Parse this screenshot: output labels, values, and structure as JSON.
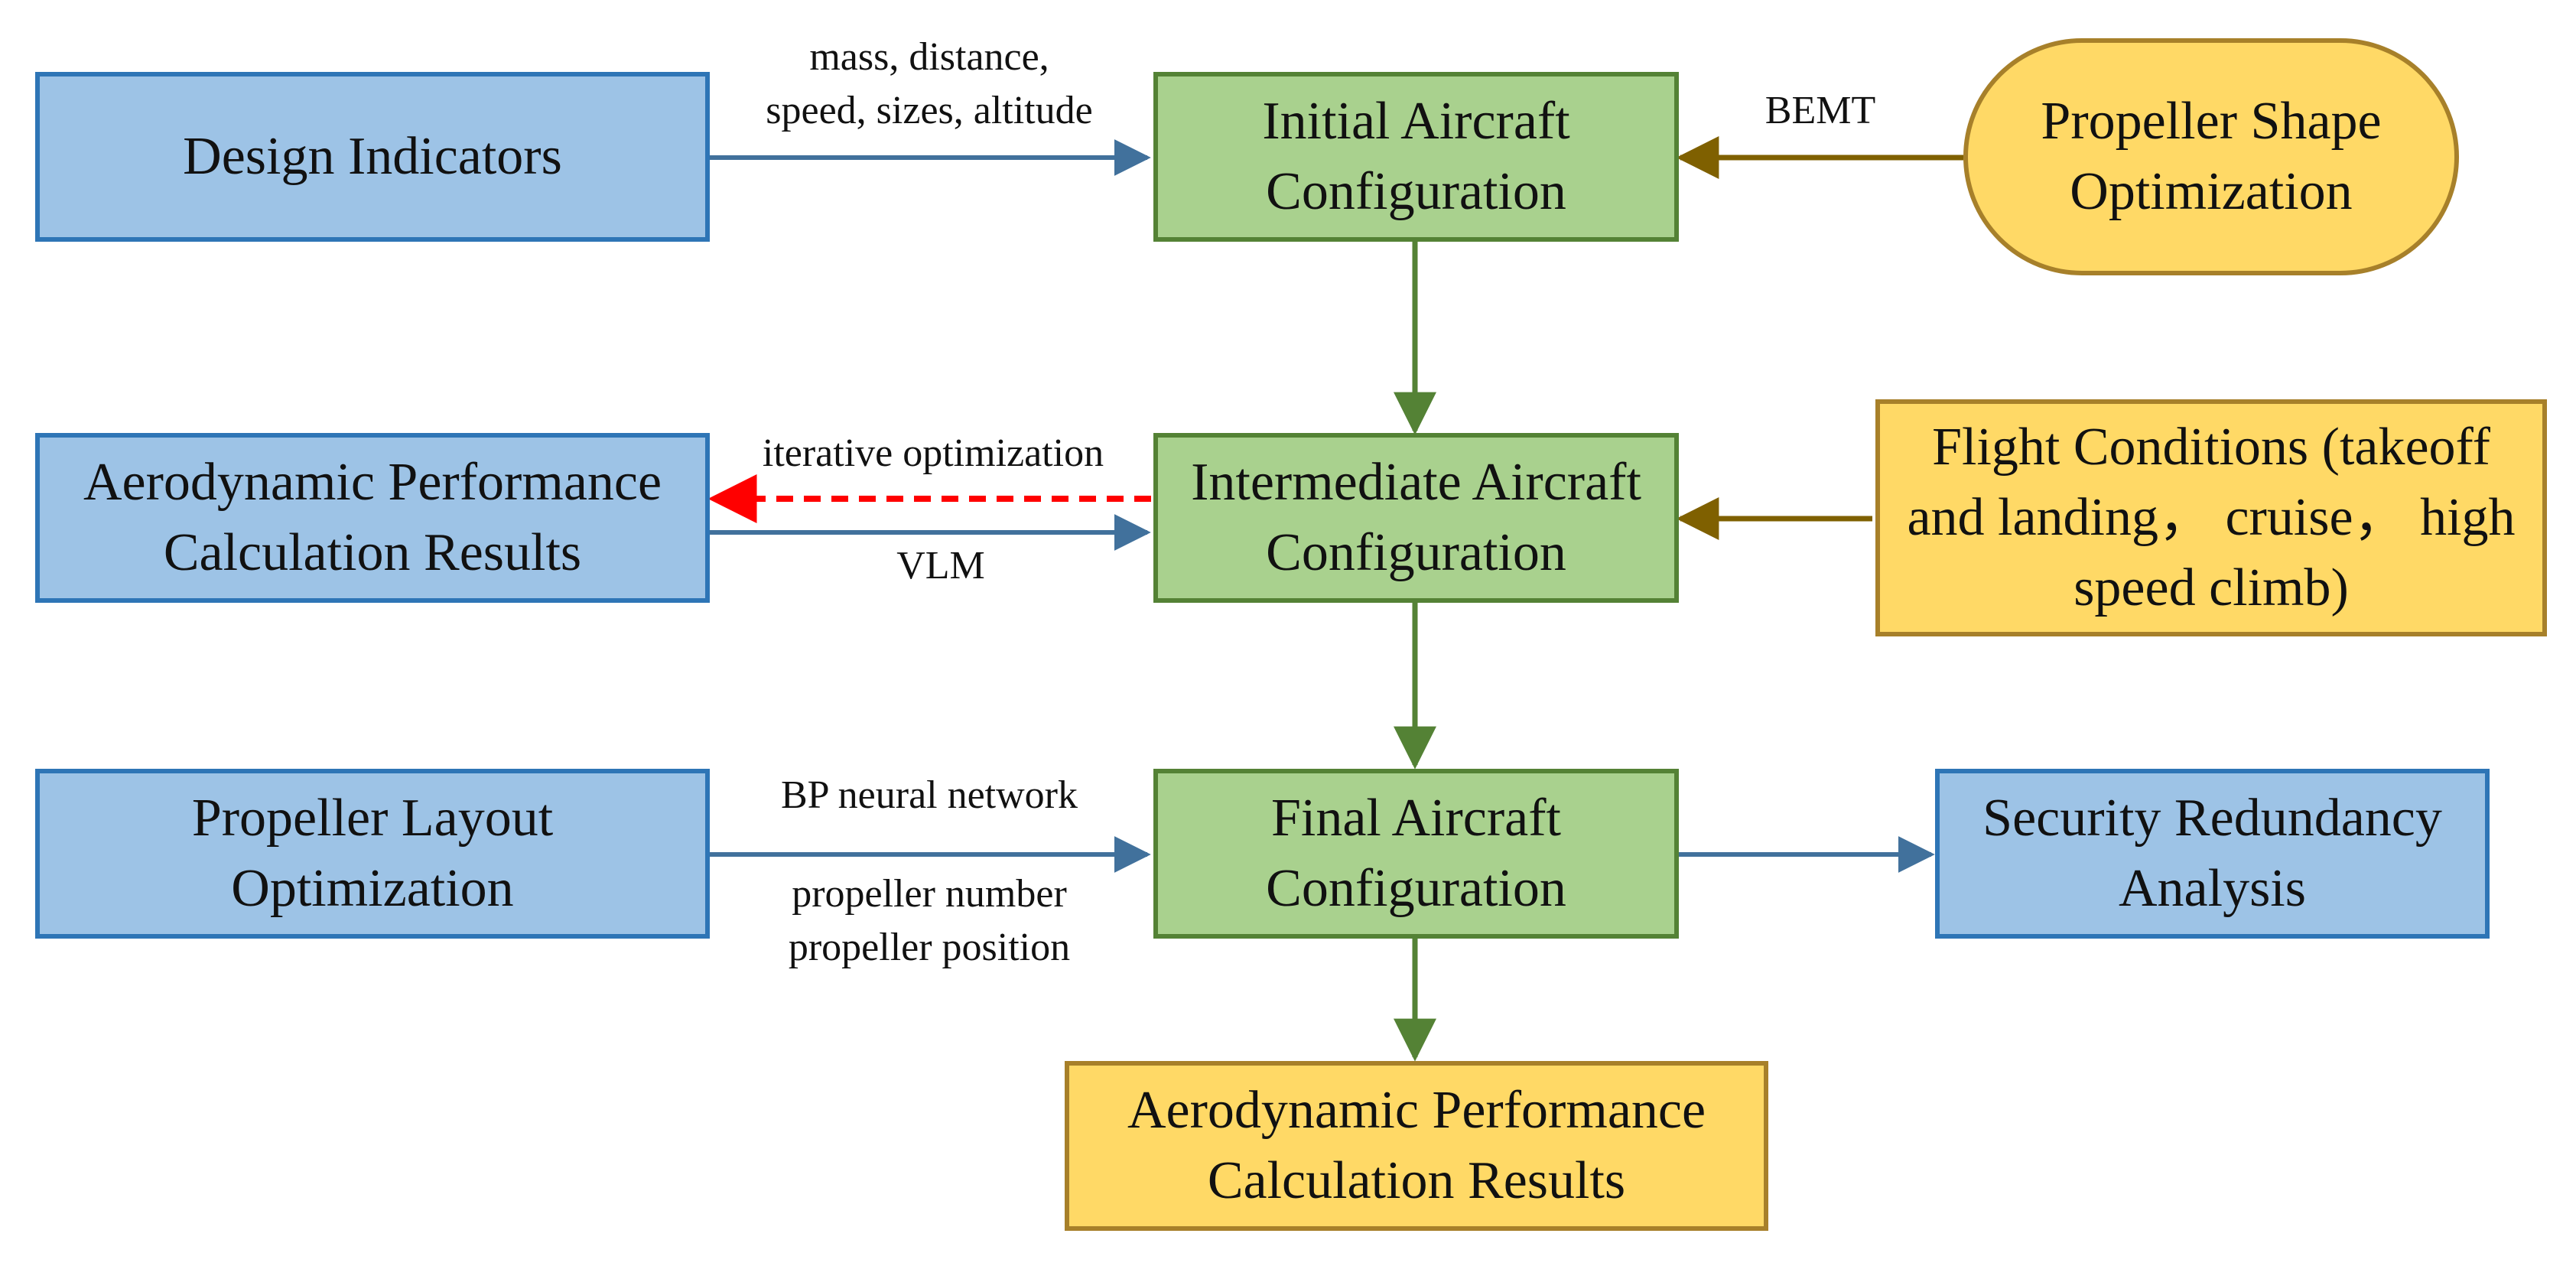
{
  "colors": {
    "blue_fill": "#9dc3e6",
    "blue_border": "#2e75b6",
    "green_fill": "#a9d18e",
    "green_border": "#548235",
    "yellow_fill": "#ffd966",
    "yellow_border": "#a7802a",
    "arrow_blue": "#41719c",
    "arrow_green": "#548235",
    "arrow_brown": "#7f6000",
    "arrow_red": "#ff0000"
  },
  "nodes": {
    "design_indicators": "Design Indicators",
    "initial_config": "Initial Aircraft\nConfiguration",
    "propeller_shape": "Propeller Shape\nOptimization",
    "aero_results_left": "Aerodynamic Performance\nCalculation Results",
    "intermediate_config": "Intermediate Aircraft\nConfiguration",
    "flight_conditions": "Flight Conditions (takeoff\nand landing， cruise， high\nspeed climb)",
    "propeller_layout": "Propeller Layout\nOptimization",
    "final_config": "Final Aircraft\nConfiguration",
    "security_redundancy": "Security Redundancy\nAnalysis",
    "aero_results_bottom": "Aerodynamic Performance\nCalculation Results"
  },
  "labels": {
    "design_inputs": "mass, distance,\nspeed, sizes, altitude",
    "bemt": "BEMT",
    "iterative": "iterative optimization",
    "vlm": "VLM",
    "bp_network": "BP neural network",
    "propeller_params": "propeller number\npropeller position"
  }
}
